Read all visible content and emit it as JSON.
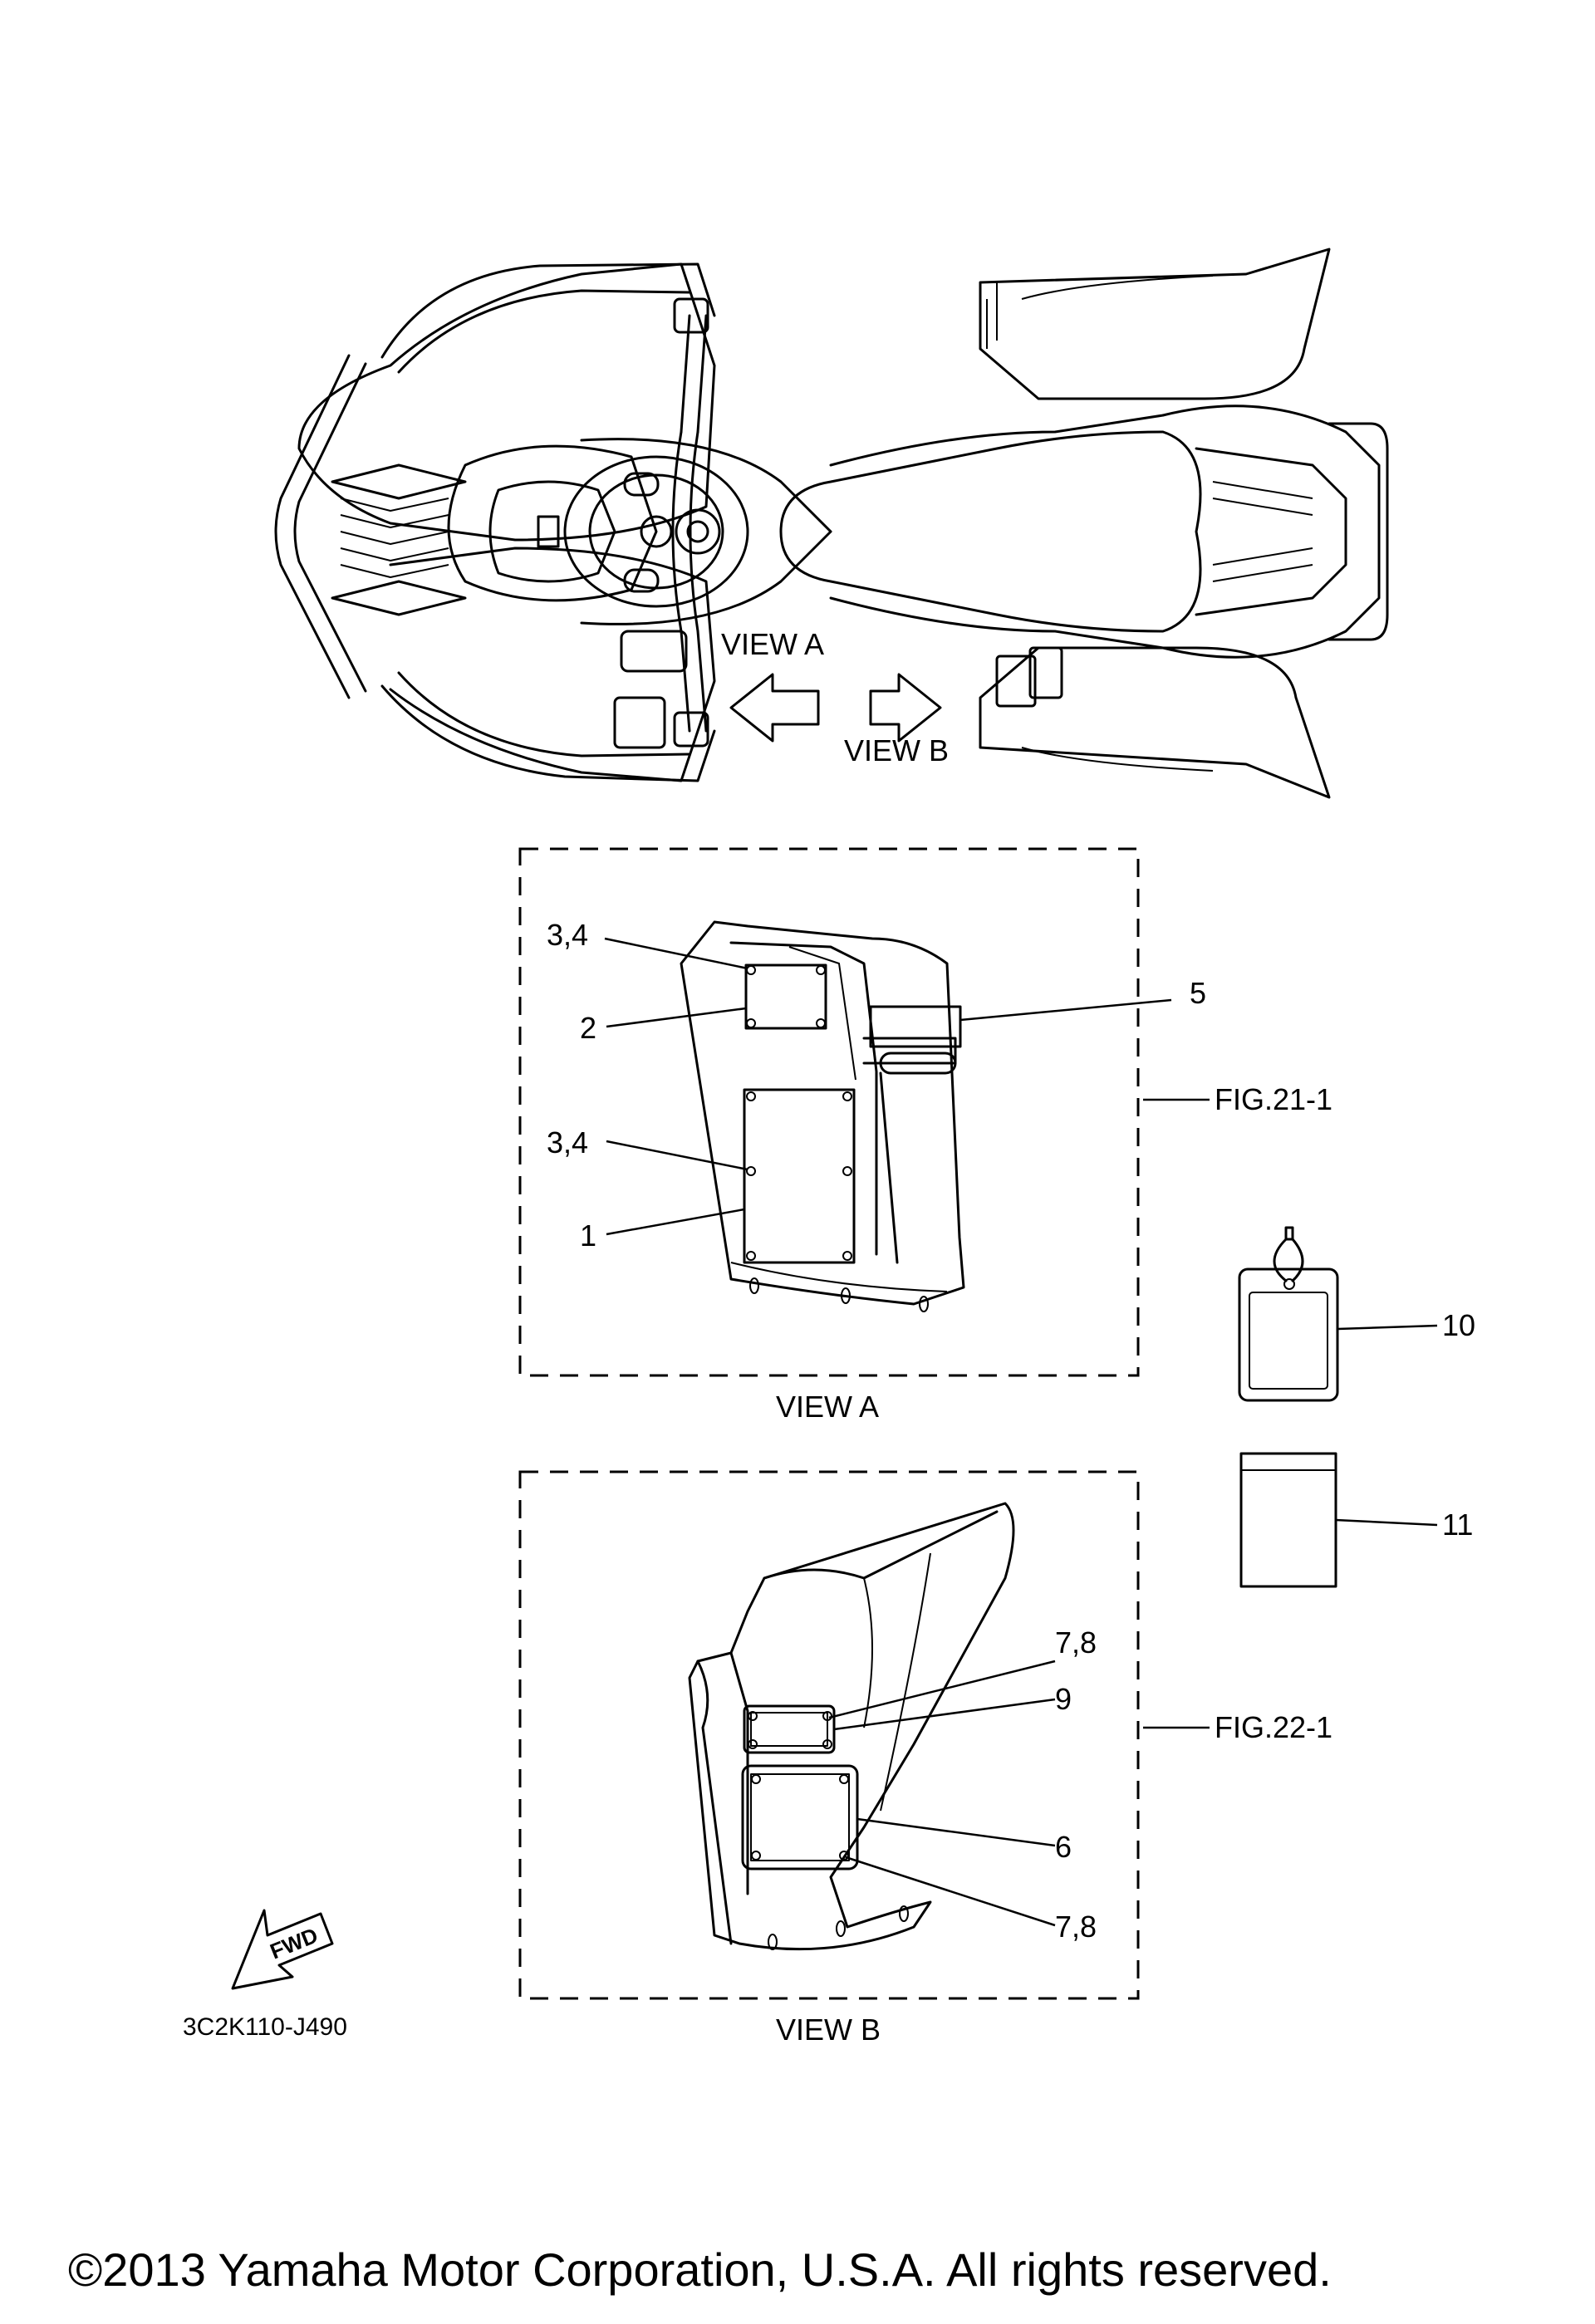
{
  "overview": {
    "view_a_label": "VIEW A",
    "view_b_label": "VIEW B"
  },
  "view_a": {
    "caption": "VIEW A",
    "fig_ref": "FIG.21-1",
    "callouts": [
      "3,4",
      "2",
      "3,4",
      "1",
      "5"
    ]
  },
  "view_b": {
    "caption": "VIEW B",
    "fig_ref": "FIG.22-1",
    "callouts": [
      "7,8",
      "9",
      "6",
      "7,8"
    ]
  },
  "loose_parts": {
    "tag_label": "10",
    "bag_label": "11"
  },
  "fwd_label": "FWD",
  "drawing_code": "3C2K110-J490",
  "copyright": "©2013 Yamaha Motor Corporation, U.S.A. All rights reserved."
}
